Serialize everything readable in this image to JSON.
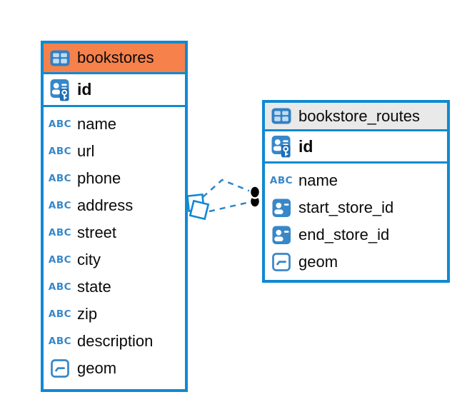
{
  "colors": {
    "table_border": "#1189D2",
    "bookstores_header_bg": "#F7814B",
    "bookstore_routes_header_bg": "#E9E9E9",
    "icon_blue": "#3787C9",
    "key_panel_blue": "#1D6FB8",
    "relation_line": "#2E86C8",
    "text": "#0A0A0A",
    "background": "#FFFFFF"
  },
  "tables": [
    {
      "title": "bookstores",
      "primary_key": {
        "label": "id",
        "type": "primary-key"
      },
      "columns": [
        {
          "label": "name",
          "type": "text"
        },
        {
          "label": "url",
          "type": "text"
        },
        {
          "label": "phone",
          "type": "text"
        },
        {
          "label": "address",
          "type": "text"
        },
        {
          "label": "street",
          "type": "text"
        },
        {
          "label": "city",
          "type": "text"
        },
        {
          "label": "state",
          "type": "text"
        },
        {
          "label": "zip",
          "type": "text"
        },
        {
          "label": "description",
          "type": "text"
        },
        {
          "label": "geom",
          "type": "geometry"
        }
      ]
    },
    {
      "title": "bookstore_routes",
      "primary_key": {
        "label": "id",
        "type": "primary-key"
      },
      "columns": [
        {
          "label": "name",
          "type": "text"
        },
        {
          "label": "start_store_id",
          "type": "reference"
        },
        {
          "label": "end_store_id",
          "type": "reference"
        },
        {
          "label": "geom",
          "type": "geometry"
        }
      ]
    }
  ],
  "relationship": {
    "from_table": "bookstores",
    "to_table": "bookstore_routes",
    "style": "dashed"
  },
  "icon_names": {
    "table": "table-icon",
    "primary_key": "primary-key-user-icon",
    "text": "text-type-abc-icon",
    "reference": "reference-id-icon",
    "geometry": "geometry-type-icon"
  }
}
